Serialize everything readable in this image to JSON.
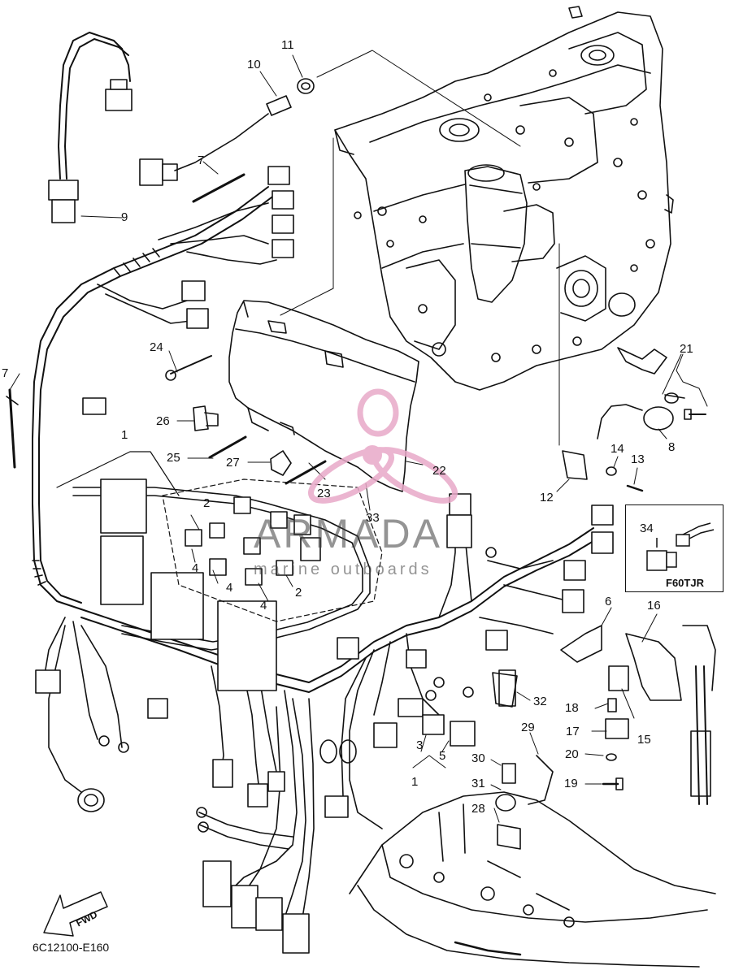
{
  "diagram": {
    "drawing_code": "6C12100-E160",
    "direction_arrow": "FWD",
    "inset": {
      "part_number": "34",
      "model": "F60TJR"
    },
    "watermark": {
      "brand": "ARMADA",
      "tagline": "marine outboards"
    },
    "callouts": {
      "c1a": "1",
      "c1b": "1",
      "c2a": "2",
      "c2b": "2",
      "c3": "3",
      "c4a": "4",
      "c4b": "4",
      "c4c": "4",
      "c5": "5",
      "c6": "6",
      "c7a": "7",
      "c7b": "7",
      "c8": "8",
      "c9": "9",
      "c10": "10",
      "c11": "11",
      "c12": "12",
      "c13": "13",
      "c14": "14",
      "c15": "15",
      "c16": "16",
      "c17": "17",
      "c18": "18",
      "c19": "19",
      "c20": "20",
      "c21": "21",
      "c22": "22",
      "c23": "23",
      "c24": "24",
      "c25": "25",
      "c26": "26",
      "c27": "27",
      "c28": "28",
      "c29": "29",
      "c30": "30",
      "c31": "31",
      "c32": "32",
      "c33": "33"
    }
  }
}
